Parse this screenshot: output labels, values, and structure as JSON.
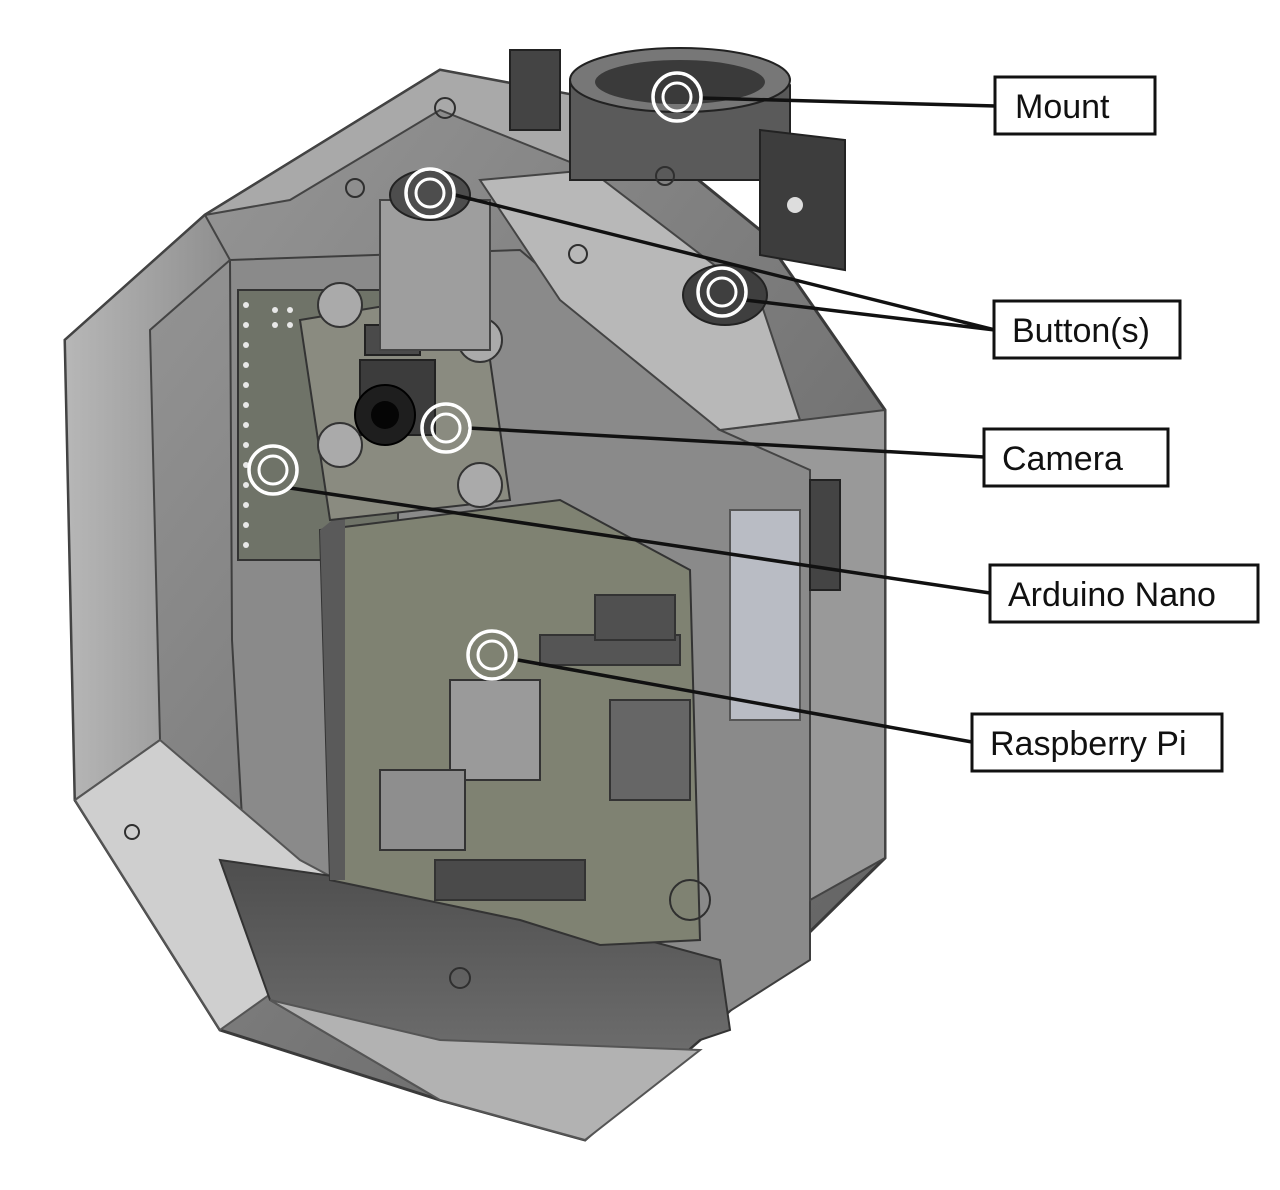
{
  "callouts": [
    {
      "id": "mount",
      "label": "Mount"
    },
    {
      "id": "buttons",
      "label": "Button(s)"
    },
    {
      "id": "camera",
      "label": "Camera"
    },
    {
      "id": "arduino",
      "label": "Arduino Nano"
    },
    {
      "id": "raspberry",
      "label": "Raspberry Pi"
    }
  ],
  "colors": {
    "shell_dark": "#5f5f5f",
    "shell_mid": "#8c8c8c",
    "shell_light": "#c4c4c4",
    "board": "#7c7e70",
    "mount": "#474747",
    "marker": "#ffffff"
  }
}
